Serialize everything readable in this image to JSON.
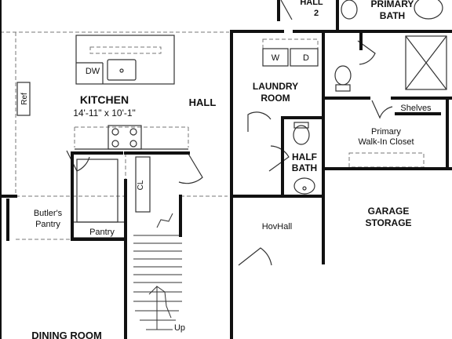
{
  "colors": {
    "wall": "#111111",
    "thin_line": "#333333",
    "dashed_line": "#777777",
    "background": "#ffffff"
  },
  "rooms": {
    "kitchen": {
      "name": "KITCHEN",
      "dims": "14'-11\" x 10'-1\""
    },
    "hall": "HALL",
    "hall_2": {
      "line1": "HALL",
      "line2": "2"
    },
    "primary_bath": {
      "line1": "PRIMARY",
      "line2": "BATH"
    },
    "laundry": {
      "line1": "LAUNDRY",
      "line2": "ROOM"
    },
    "half_bath": {
      "line1": "HALF",
      "line2": "BATH"
    },
    "primary_closet": {
      "line1": "Primary",
      "line2": "Walk-In Closet"
    },
    "shelves": "Shelves",
    "butlers_pantry": {
      "line1": "Butler's",
      "line2": "Pantry"
    },
    "pantry": "Pantry",
    "hovhall": "HovHall",
    "garage_storage": {
      "line1": "GARAGE",
      "line2": "STORAGE"
    },
    "dining_room": "DINING ROOM"
  },
  "fixtures": {
    "dishwasher": "DW",
    "refrigerator": "Ref",
    "washer": "W",
    "dryer": "D",
    "closet": "CL",
    "stairs_up": "Up"
  }
}
